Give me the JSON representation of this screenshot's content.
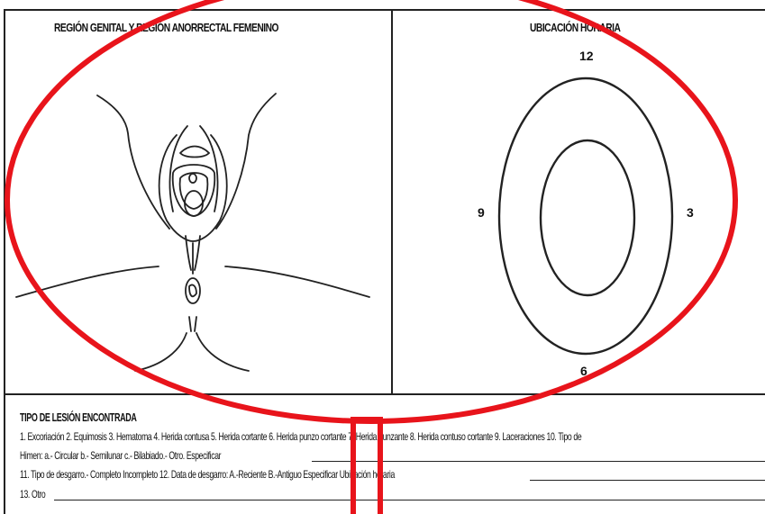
{
  "form": {
    "left_title": "REGIÓN GENITAL Y REGIÓN ANORRECTAL FEMENINO",
    "right_title": "UBICACIÓN HORARIA",
    "clock": {
      "n12": "12",
      "n3": "3",
      "n6": "6",
      "n9": "9"
    }
  },
  "lesion": {
    "title": "TIPO DE LESIÓN ENCONTRADA",
    "line1": "1. Excoriación 2. Equimosis 3. Hematoma 4. Herida contusa 5. Herida cortante 6. Herida punzo cortante 7. Herida punzante 8. Herida contuso cortante 9. Laceraciones 10. Tipo de",
    "line2": "Himen: a.- Circular  b.- Semilunar c.- Bilabiado.- Otro. Especificar",
    "line3": "11. Tipo de desgarro.- Completo  Incompleto 12. Data de desgarro: A.-Reciente B.-Antiguo   Especificar Ubicación horaria",
    "line4": "13. Otro"
  },
  "annotation": {
    "color": "#e8141b"
  }
}
